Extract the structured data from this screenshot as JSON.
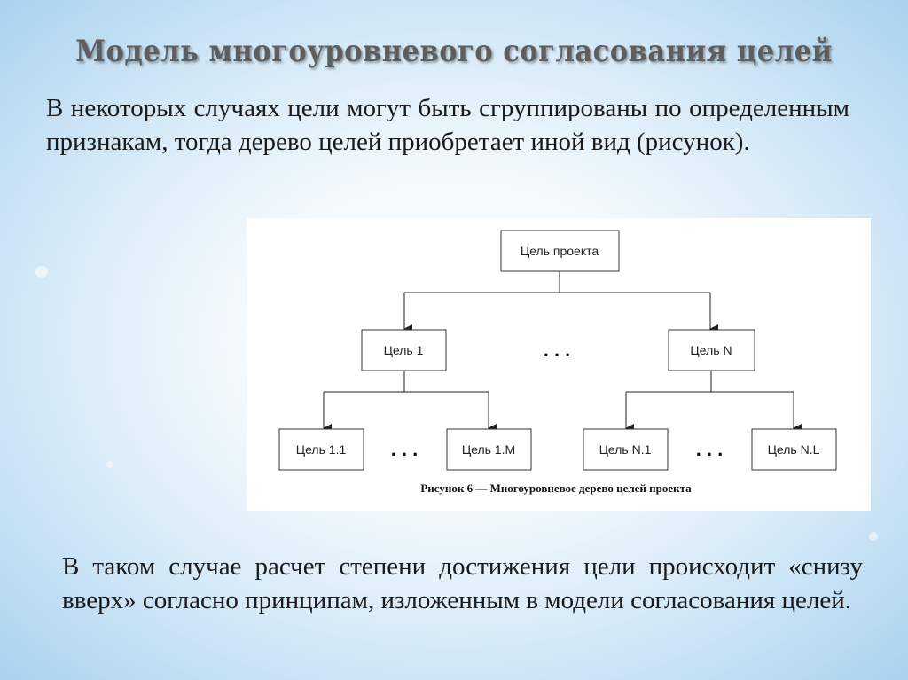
{
  "title": "Модель многоуровневого согласования целей",
  "paragraph_top": "В некоторых случаях цели могут быть сгруппированы по определенным признакам, тогда дерево целей приобретает иной вид (рисунок).",
  "paragraph_bottom": "В таком случае расчет степени достижения цели происходит «снизу вверх» согласно принципам, изложенным в модели согласования целей.",
  "diagram": {
    "root": "Цель проекта",
    "level1": {
      "left": "Цель 1",
      "right": "Цель N",
      "ellipsis": ". . ."
    },
    "level2": {
      "left_a": "Цель 1.1",
      "left_b": "Цель 1.M",
      "right_a": "Цель N.1",
      "right_b": "Цель N.L",
      "ellipsis_left": ". . .",
      "ellipsis_right": ". . ."
    },
    "caption": "Рисунок 6 — Многоуровневое дерево целей проекта"
  },
  "colors": {
    "title": "#5e5e5e",
    "text": "#1a1a1a",
    "box_border": "#333333",
    "box_fill": "#ffffff"
  }
}
